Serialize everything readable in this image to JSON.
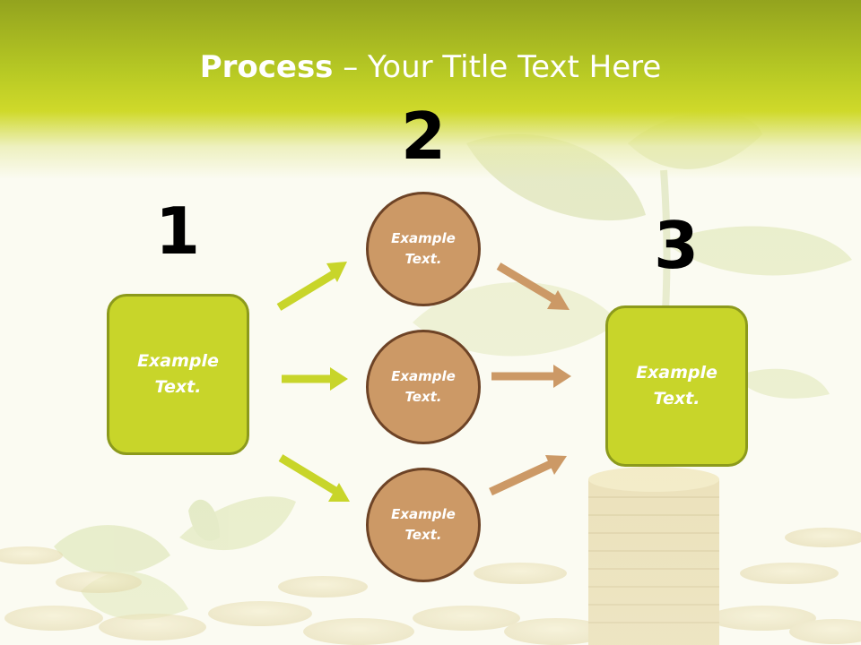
{
  "title": {
    "strong": "Process",
    "rest": " – Your Title Text Here"
  },
  "steps": [
    {
      "number": "1",
      "label": "Example\nText."
    },
    {
      "number": "2",
      "label": "Example\nText."
    },
    {
      "number": "3",
      "label": "Example\nText."
    }
  ],
  "circles": [
    {
      "label": "Example\nText."
    },
    {
      "label": "Example\nText."
    },
    {
      "label": "Example\nText."
    }
  ],
  "colors": {
    "green_fill": "#c8d52a",
    "green_border": "#8c9a1c",
    "brown_fill": "#cc9966",
    "brown_border": "#6d4326",
    "green_arrow": "#c8d52a",
    "brown_arrow": "#cc9966"
  }
}
